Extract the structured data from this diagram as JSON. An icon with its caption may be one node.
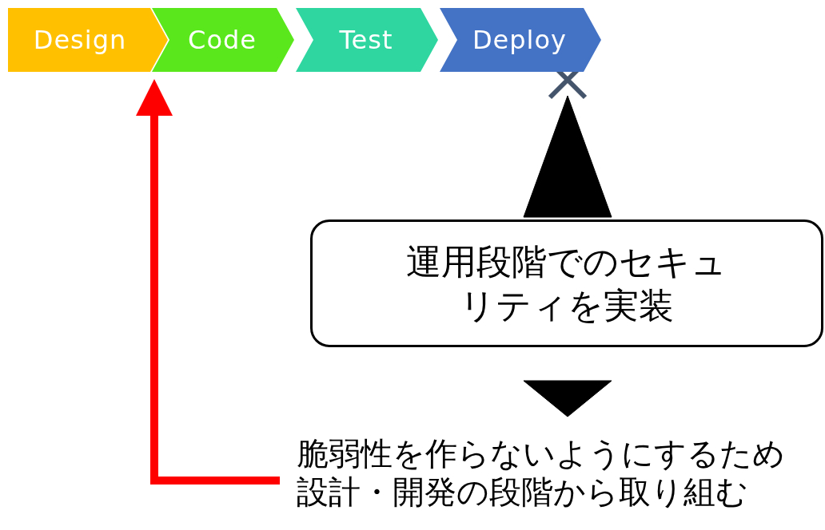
{
  "diagram": {
    "nodes": [
      {
        "text": [
          "Design"
        ]
      },
      {
        "text": [
          "Code"
        ]
      },
      {
        "text": [
          "Test"
        ]
      },
      {
        "text": [
          "Deploy"
        ]
      },
      {
        "text": [
          "運用段階でのセキュリティを実装"
        ]
      },
      {
        "text": [
          "脆弱性を作らないようにするため設計・開発の段階から取り組む"
        ]
      }
    ],
    "edges": [
      {
        "from": 4,
        "to": 3,
        "arrow": "to",
        "style": "thick"
      },
      {
        "from": 4,
        "to": 5,
        "arrow": "to",
        "style": "thick"
      },
      {
        "from": 5,
        "to": 0,
        "arrow": "to",
        "color": "#ff0000"
      }
    ]
  }
}
